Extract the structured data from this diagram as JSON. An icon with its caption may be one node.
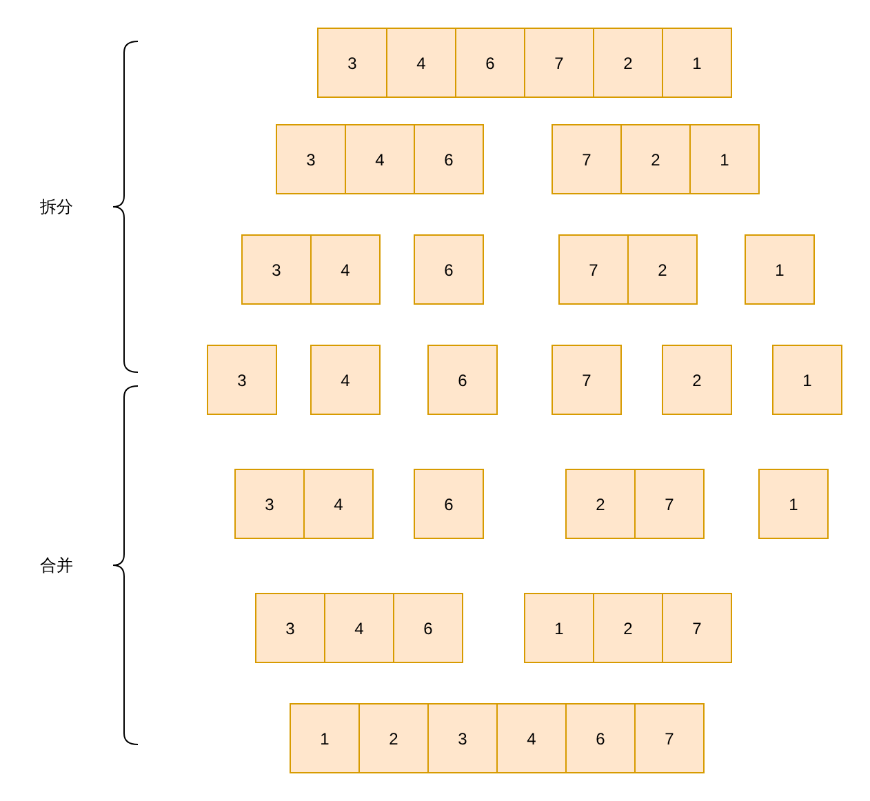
{
  "diagram": {
    "nodes": [
      {
        "text": [
          "3"
        ]
      },
      {
        "text": [
          "4"
        ]
      },
      {
        "text": [
          "6"
        ]
      },
      {
        "text": [
          "7"
        ]
      },
      {
        "text": [
          "2"
        ]
      },
      {
        "text": [
          "1"
        ]
      },
      {
        "text": [
          "3"
        ]
      },
      {
        "text": [
          "4"
        ]
      },
      {
        "text": [
          "6"
        ]
      },
      {
        "text": [
          "7"
        ]
      },
      {
        "text": [
          "2"
        ]
      },
      {
        "text": [
          "1"
        ]
      },
      {
        "text": [
          "3"
        ]
      },
      {
        "text": [
          "4"
        ]
      },
      {
        "text": [
          "6"
        ]
      },
      {
        "text": [
          "7"
        ]
      },
      {
        "text": [
          "2"
        ]
      },
      {
        "text": [
          "1"
        ]
      },
      {
        "text": [
          "3"
        ]
      },
      {
        "text": [
          "4"
        ]
      },
      {
        "text": [
          "6"
        ]
      },
      {
        "text": [
          "7"
        ]
      },
      {
        "text": [
          "2"
        ]
      },
      {
        "text": [
          "1"
        ]
      },
      {
        "text": [
          "3"
        ]
      },
      {
        "text": [
          "4"
        ]
      },
      {
        "text": [
          "6"
        ]
      },
      {
        "text": [
          "2"
        ]
      },
      {
        "text": [
          "7"
        ]
      },
      {
        "text": [
          "1"
        ]
      },
      {
        "text": [
          "3"
        ]
      },
      {
        "text": [
          "4"
        ]
      },
      {
        "text": [
          "6"
        ]
      },
      {
        "text": [
          "1"
        ]
      },
      {
        "text": [
          "2"
        ]
      },
      {
        "text": [
          "7"
        ]
      },
      {
        "text": [
          "1"
        ]
      },
      {
        "text": [
          "2"
        ]
      },
      {
        "text": [
          "3"
        ]
      },
      {
        "text": [
          "4"
        ]
      },
      {
        "text": [
          "6"
        ]
      },
      {
        "text": [
          "7"
        ]
      }
    ],
    "labels": [
      "拆分",
      "合并"
    ]
  }
}
